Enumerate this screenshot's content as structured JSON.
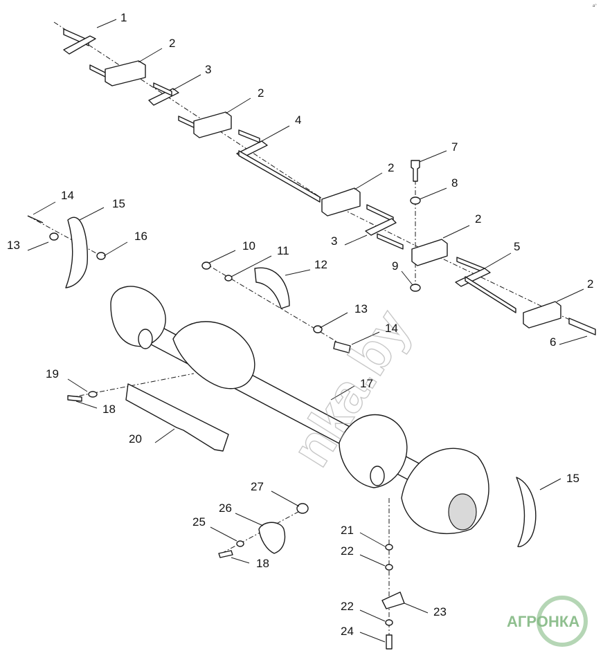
{
  "callouts": [
    "1",
    "2",
    "3",
    "2",
    "4",
    "2",
    "7",
    "8",
    "3",
    "2",
    "5",
    "9",
    "2",
    "6",
    "14",
    "15",
    "13",
    "16",
    "10",
    "11",
    "12",
    "13",
    "14",
    "17",
    "19",
    "18",
    "20",
    "27",
    "26",
    "25",
    "18",
    "15",
    "21",
    "22",
    "22",
    "23",
    "24"
  ],
  "watermark": "nka.by",
  "logo": {
    "left": "АГРО",
    "right": "НКА"
  },
  "corner_mark": "a°"
}
